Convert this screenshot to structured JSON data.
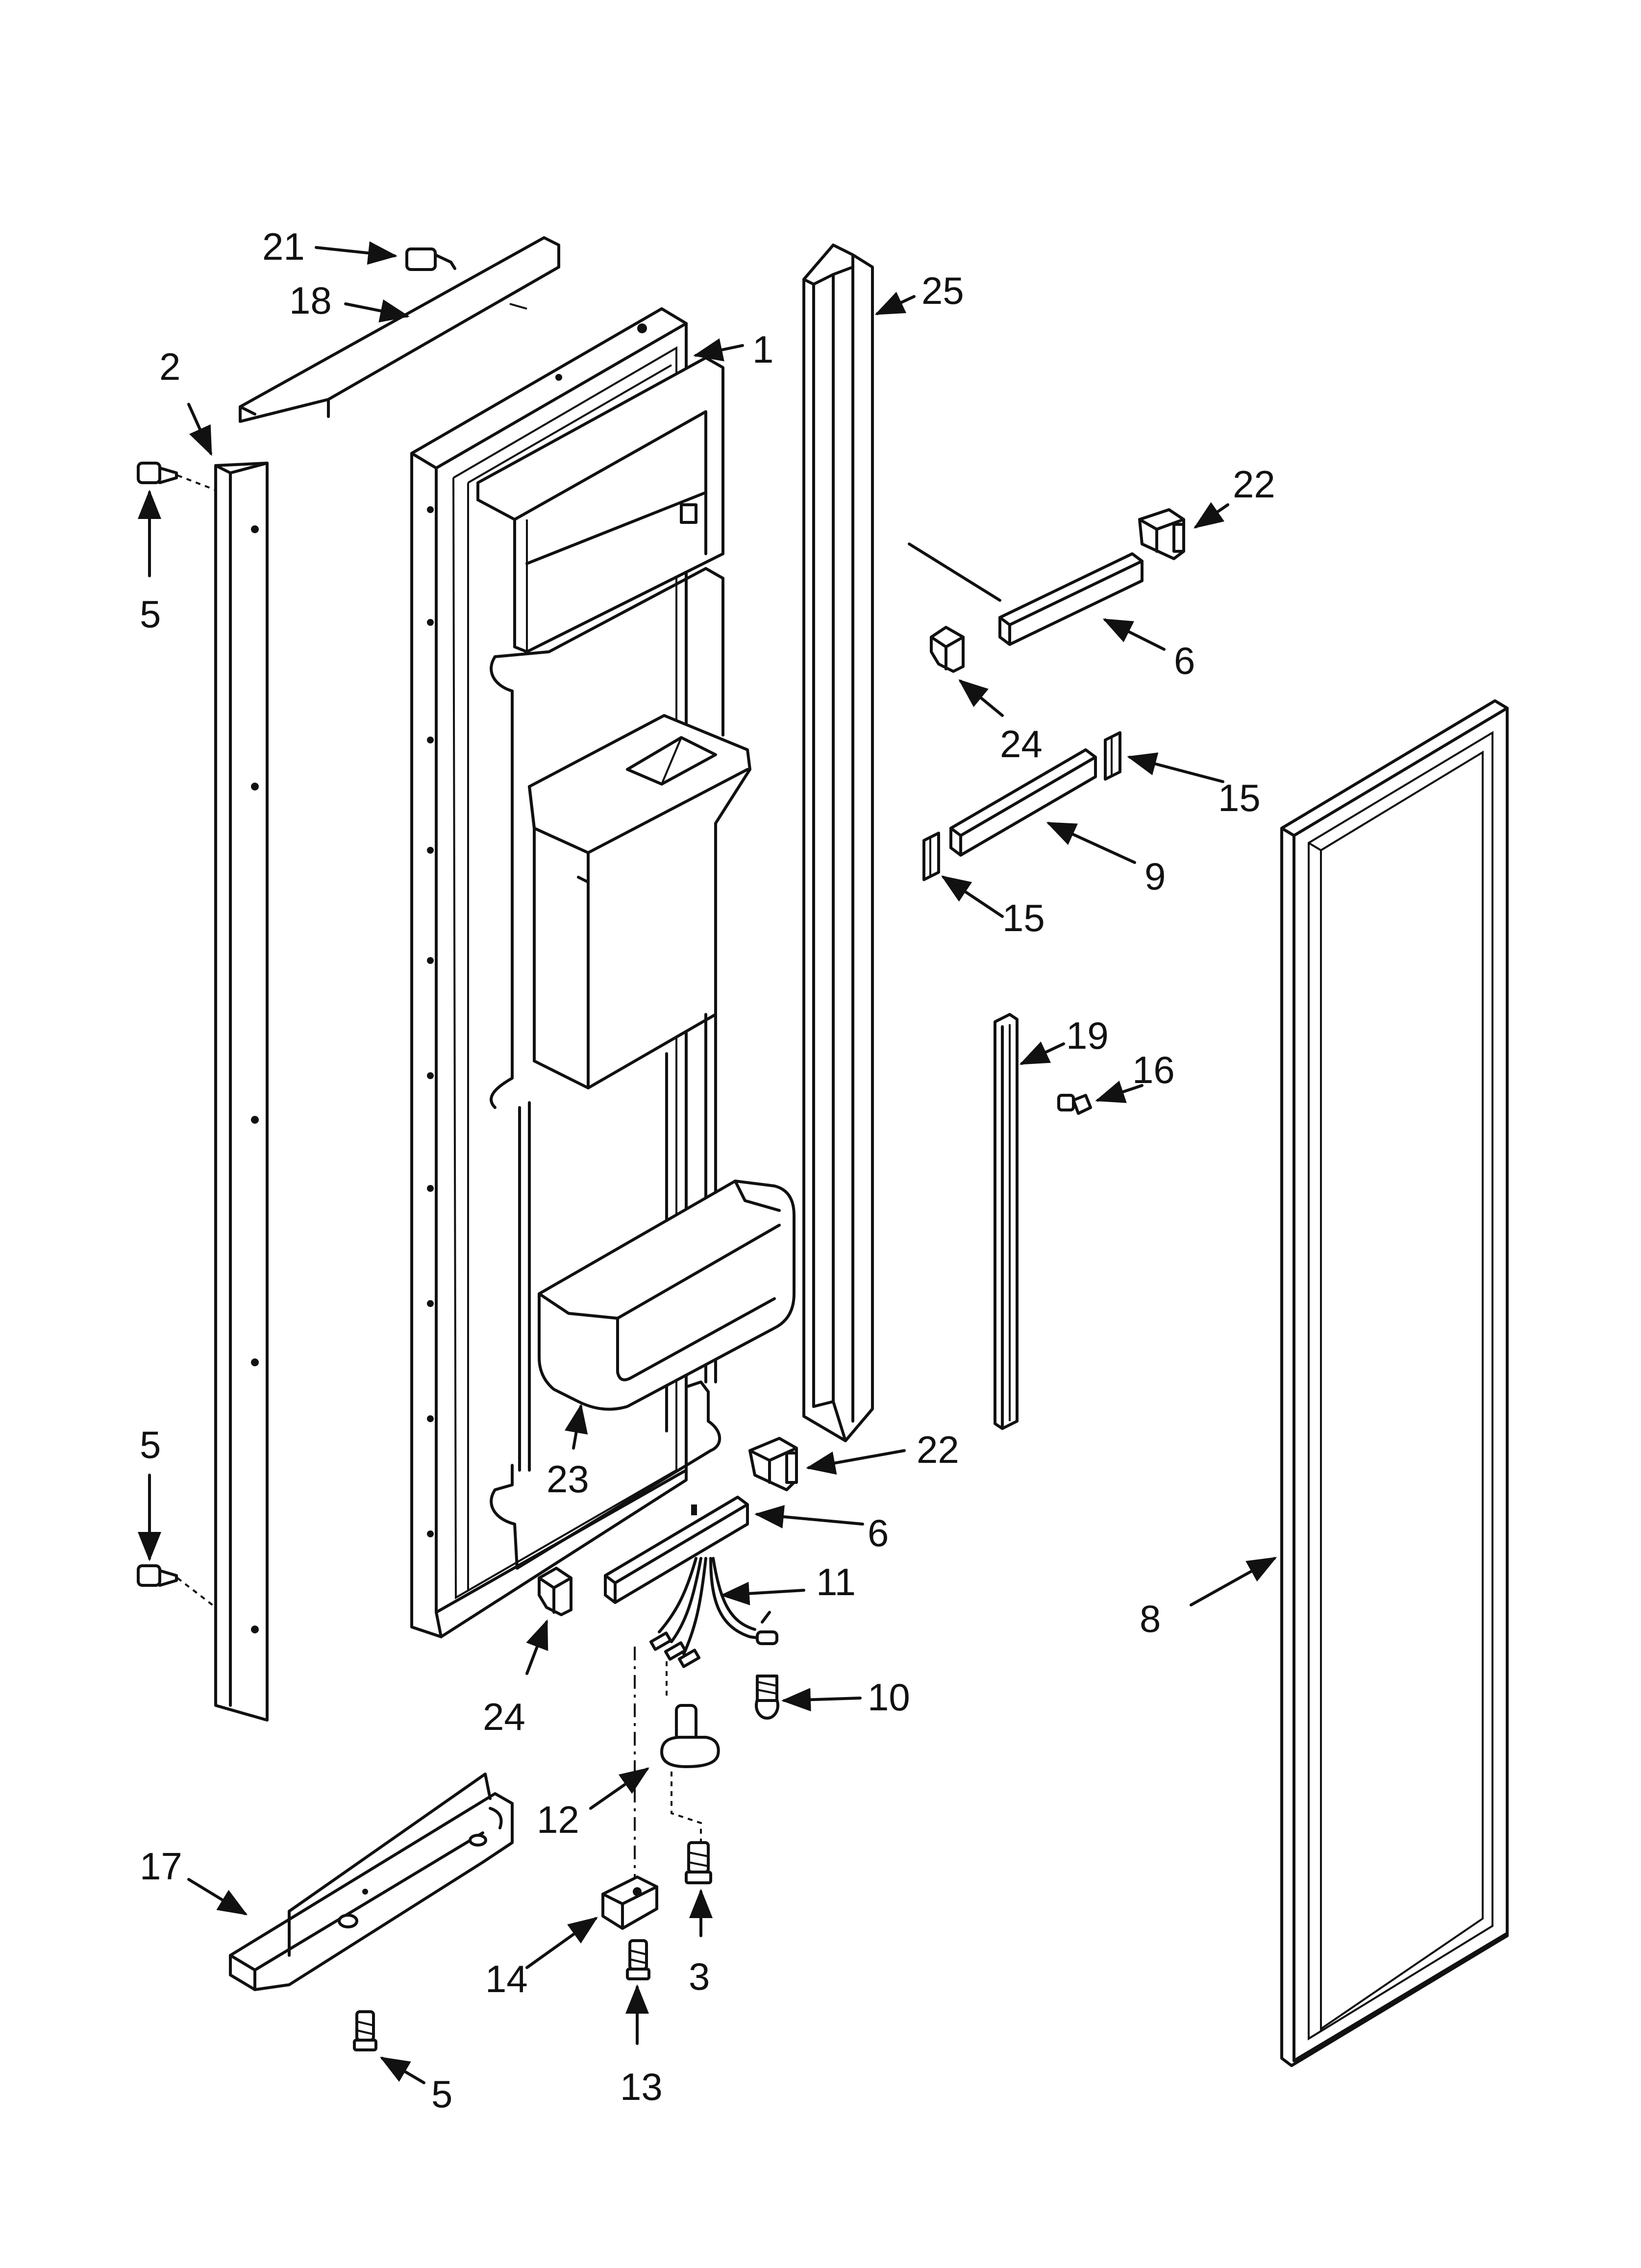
{
  "diagram": {
    "callouts": [
      {
        "id": "c21",
        "text": "21"
      },
      {
        "id": "c18",
        "text": "18"
      },
      {
        "id": "c1",
        "text": "1"
      },
      {
        "id": "c25",
        "text": "25"
      },
      {
        "id": "c2",
        "text": "2"
      },
      {
        "id": "c5a",
        "text": "5"
      },
      {
        "id": "c22a",
        "text": "22"
      },
      {
        "id": "c6a",
        "text": "6"
      },
      {
        "id": "c24a",
        "text": "24"
      },
      {
        "id": "c15a",
        "text": "15"
      },
      {
        "id": "c9",
        "text": "9"
      },
      {
        "id": "c15b",
        "text": "15"
      },
      {
        "id": "c19",
        "text": "19"
      },
      {
        "id": "c16",
        "text": "16"
      },
      {
        "id": "c5b",
        "text": "5"
      },
      {
        "id": "c23",
        "text": "23"
      },
      {
        "id": "c22b",
        "text": "22"
      },
      {
        "id": "c6b",
        "text": "6"
      },
      {
        "id": "c11",
        "text": "11"
      },
      {
        "id": "c8",
        "text": "8"
      },
      {
        "id": "c10",
        "text": "10"
      },
      {
        "id": "c24b",
        "text": "24"
      },
      {
        "id": "c12",
        "text": "12"
      },
      {
        "id": "c17",
        "text": "17"
      },
      {
        "id": "c14",
        "text": "14"
      },
      {
        "id": "c3",
        "text": "3"
      },
      {
        "id": "c5c",
        "text": "5"
      },
      {
        "id": "c13",
        "text": "13"
      }
    ]
  }
}
